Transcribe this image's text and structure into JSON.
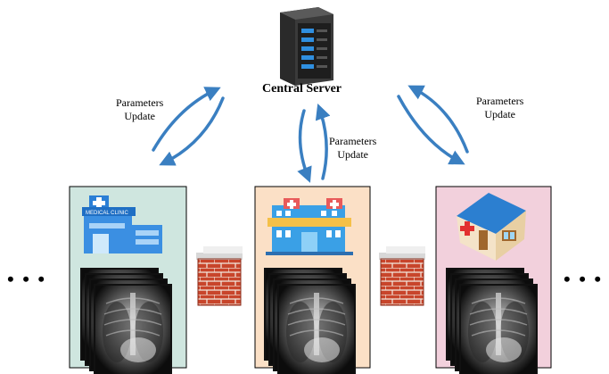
{
  "server": {
    "label": "Central Server"
  },
  "links": [
    {
      "line1": "Parameters",
      "line2": "Update"
    },
    {
      "line1": "Parameters",
      "line2": "Update"
    },
    {
      "line1": "Parameters",
      "line2": "Update"
    }
  ],
  "clinic_sign": "MEDICAL CLINIC",
  "ellipsis_left": "• • •",
  "ellipsis_right": "• • •",
  "colors": {
    "arrow": "#3a7fc1",
    "panel_left": "#cfe6df",
    "panel_middle": "#fbe0c6",
    "panel_right": "#f2d0dc",
    "brick": "#c8452b"
  },
  "icons": [
    "server-icon",
    "clinic-icon",
    "hospital-icon",
    "house-clinic-icon",
    "firewall-icon",
    "xray-stack-icon"
  ]
}
